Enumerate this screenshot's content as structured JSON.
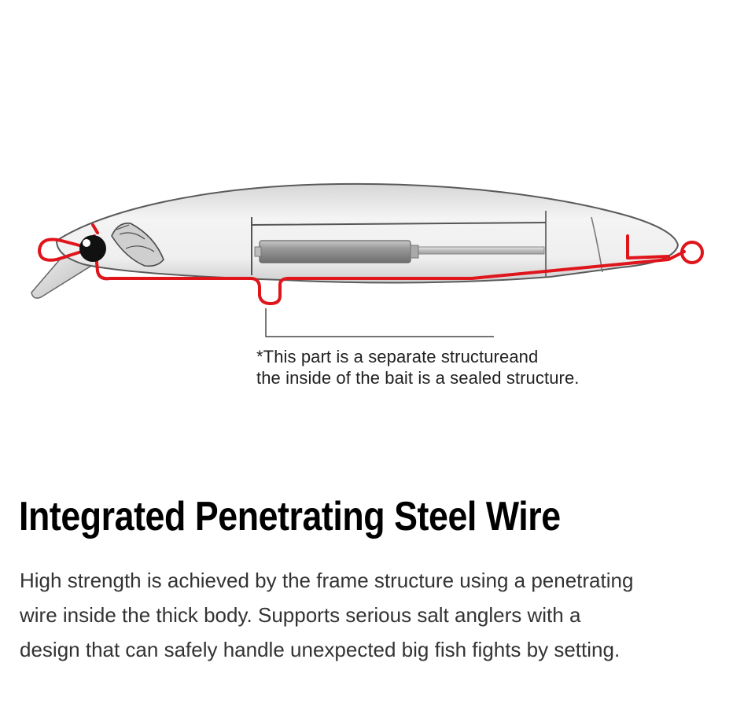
{
  "callout": {
    "line1": "*This part is a separate structureand",
    "line2": "the inside of the bait is a sealed structure."
  },
  "heading": "Integrated Penetrating Steel Wire",
  "description": {
    "line1": "High strength is achieved by the frame structure using a penetrating",
    "line2": "wire inside the thick body. Supports serious salt anglers with a",
    "line3": "design that can safely handle unexpected big fish fights by setting."
  },
  "colors": {
    "wire": "#e0141b",
    "body_fill": "#e9e9e9",
    "outline": "#555555"
  }
}
